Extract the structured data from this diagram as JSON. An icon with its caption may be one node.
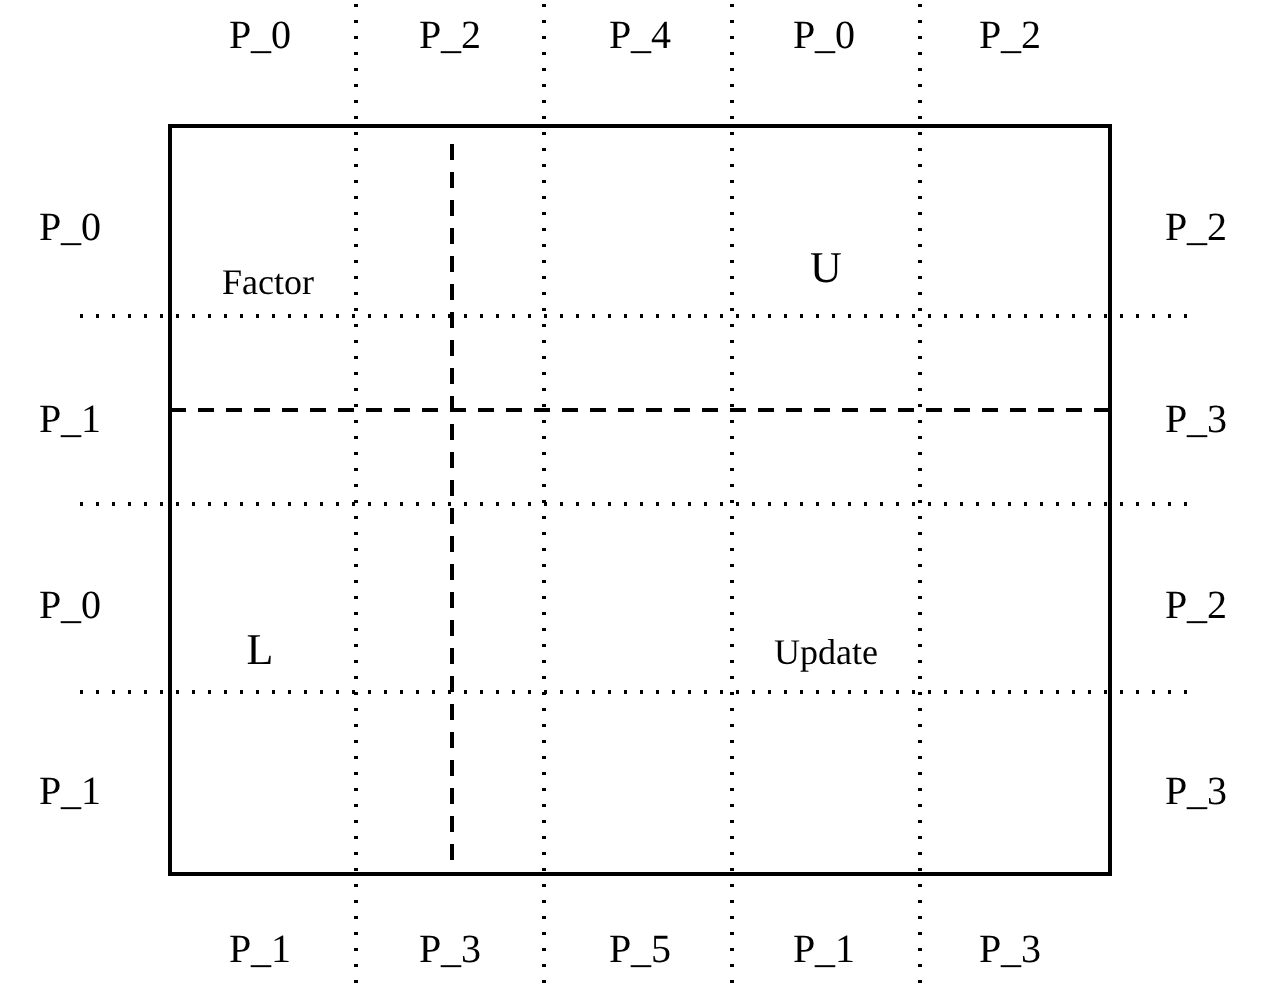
{
  "diagram": {
    "labels": [
      "P_0",
      "P_2",
      "P_4",
      "P_0",
      "P_2",
      "P_0",
      "Factor",
      "U",
      "P_2",
      "P_1",
      "P_3",
      "P_0",
      "L",
      "Update",
      "P_2",
      "P_1",
      "P_3",
      "P_1",
      "P_3",
      "P_5",
      "P_1",
      "P_3"
    ]
  }
}
